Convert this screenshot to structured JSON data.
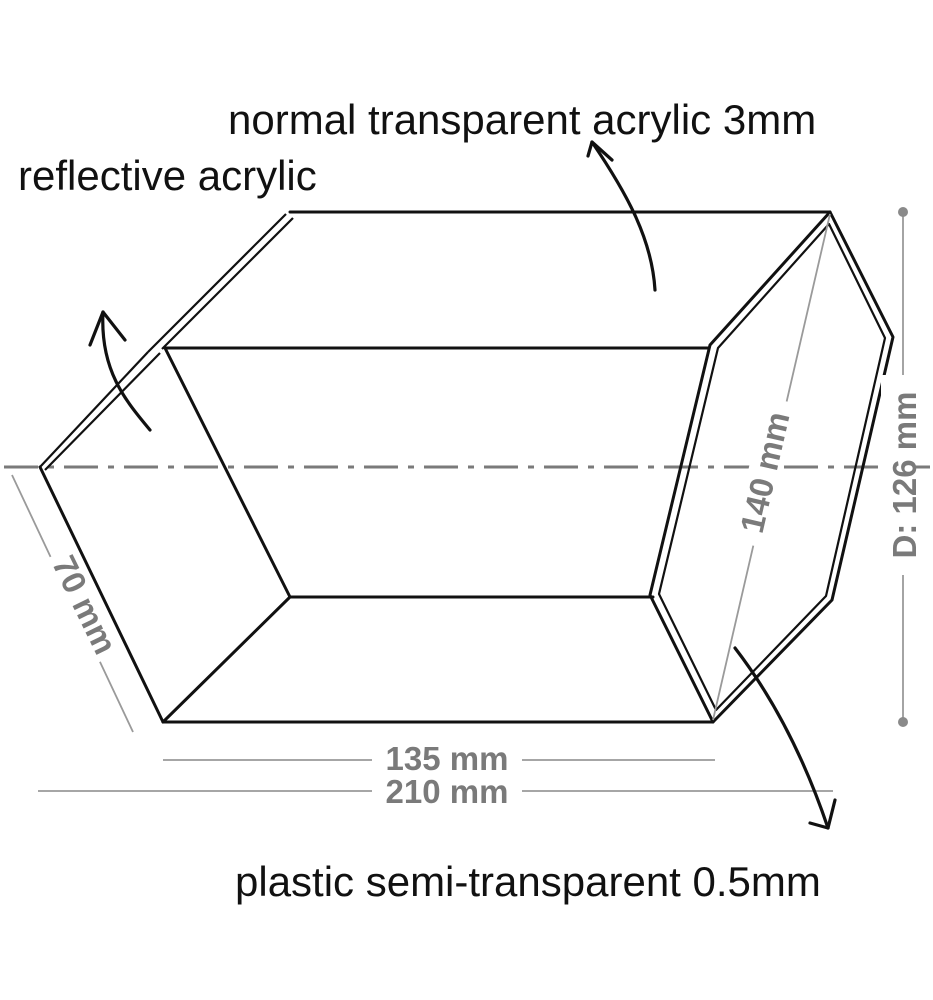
{
  "labels": {
    "normal_acrylic": "normal transparent acrylic 3mm",
    "reflective_acrylic": "reflective acrylic",
    "plastic": "plastic semi-transparent 0.5mm"
  },
  "dimensions": {
    "depth_front": "70 mm",
    "length_inner": "135 mm",
    "length_total": "210 mm",
    "diagonal": "140 mm",
    "diameter": "D: 126 mm"
  },
  "colors": {
    "lines": "#111111",
    "dimension_text": "#7a7a7a",
    "dimension_lines": "#9a9a9a"
  }
}
